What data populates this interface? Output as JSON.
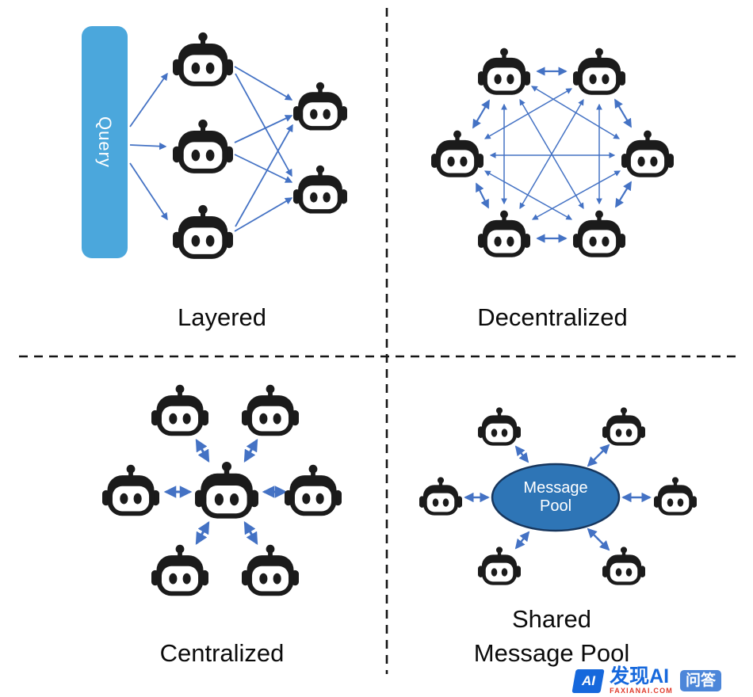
{
  "panels": {
    "layered": {
      "label": "Layered",
      "query": "Query"
    },
    "decentralized": {
      "label": "Decentralized"
    },
    "centralized": {
      "label": "Centralized"
    },
    "shared": {
      "label_line1": "Shared",
      "label_line2": "Message Pool",
      "pool_line1": "Message",
      "pool_line2": "Pool"
    }
  },
  "icons": {
    "robot": "robot-icon"
  },
  "colors": {
    "arrow": "#4472C4",
    "query_box": "#4BA7DC",
    "pool_fill": "#2E75B6",
    "pool_stroke": "#17365D",
    "robot": "#1B1B1B",
    "divider": "#141414",
    "label_text": "#0B0B0B",
    "watermark_blue": "#1668DC",
    "watermark_red": "#E0392A",
    "badge_bg": "#4C86D9"
  },
  "watermark": {
    "logo": "AI",
    "brand": "发现AI",
    "site": "FAXIANAI.COM",
    "badge": "问答"
  }
}
